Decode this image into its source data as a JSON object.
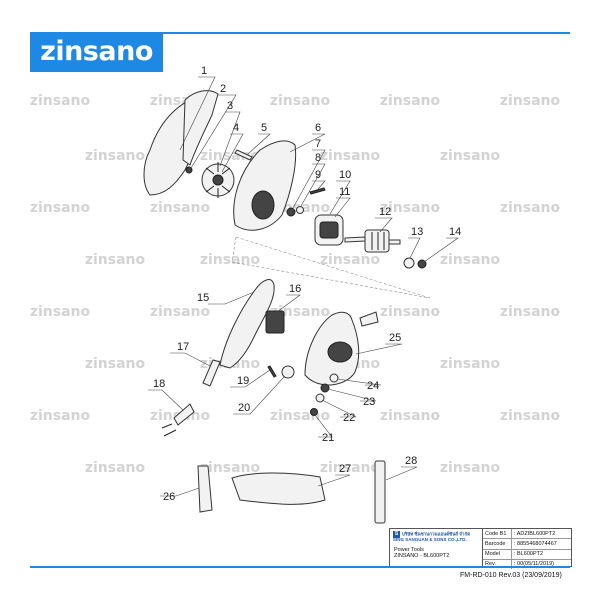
{
  "brand": {
    "name": "zinsano",
    "accent_color": "#1e88e5"
  },
  "watermark": {
    "text": "zinsano"
  },
  "parts": [
    {
      "n": "1"
    },
    {
      "n": "2"
    },
    {
      "n": "3"
    },
    {
      "n": "4"
    },
    {
      "n": "5"
    },
    {
      "n": "6"
    },
    {
      "n": "7"
    },
    {
      "n": "8"
    },
    {
      "n": "9"
    },
    {
      "n": "10"
    },
    {
      "n": "11"
    },
    {
      "n": "12"
    },
    {
      "n": "13"
    },
    {
      "n": "14"
    },
    {
      "n": "15"
    },
    {
      "n": "16"
    },
    {
      "n": "17"
    },
    {
      "n": "18"
    },
    {
      "n": "19"
    },
    {
      "n": "20"
    },
    {
      "n": "21"
    },
    {
      "n": "22"
    },
    {
      "n": "23"
    },
    {
      "n": "24"
    },
    {
      "n": "25"
    },
    {
      "n": "26"
    },
    {
      "n": "27"
    },
    {
      "n": "28"
    }
  ],
  "title_block": {
    "company": "บริษัท ซินซานกวนแอนด์ซันส์ จำกัด SING SANGUAN & SONS CO.,LTD.",
    "company_icon": "S",
    "product_line1": "Power Tools",
    "product_line2": "ZINSANO - BL600PT2",
    "rows": [
      {
        "key": "Code B1",
        "value": ": ADZIBL600PT2"
      },
      {
        "key": "Barcode",
        "value": ": 8855468074467"
      },
      {
        "key": "Model",
        "value": ": BL600PT2"
      },
      {
        "key": "Rev.",
        "value": ": 00(05/11/2019)"
      }
    ]
  },
  "doc_code": "FM-RD-010 Rev.03 (23/09/2019)"
}
